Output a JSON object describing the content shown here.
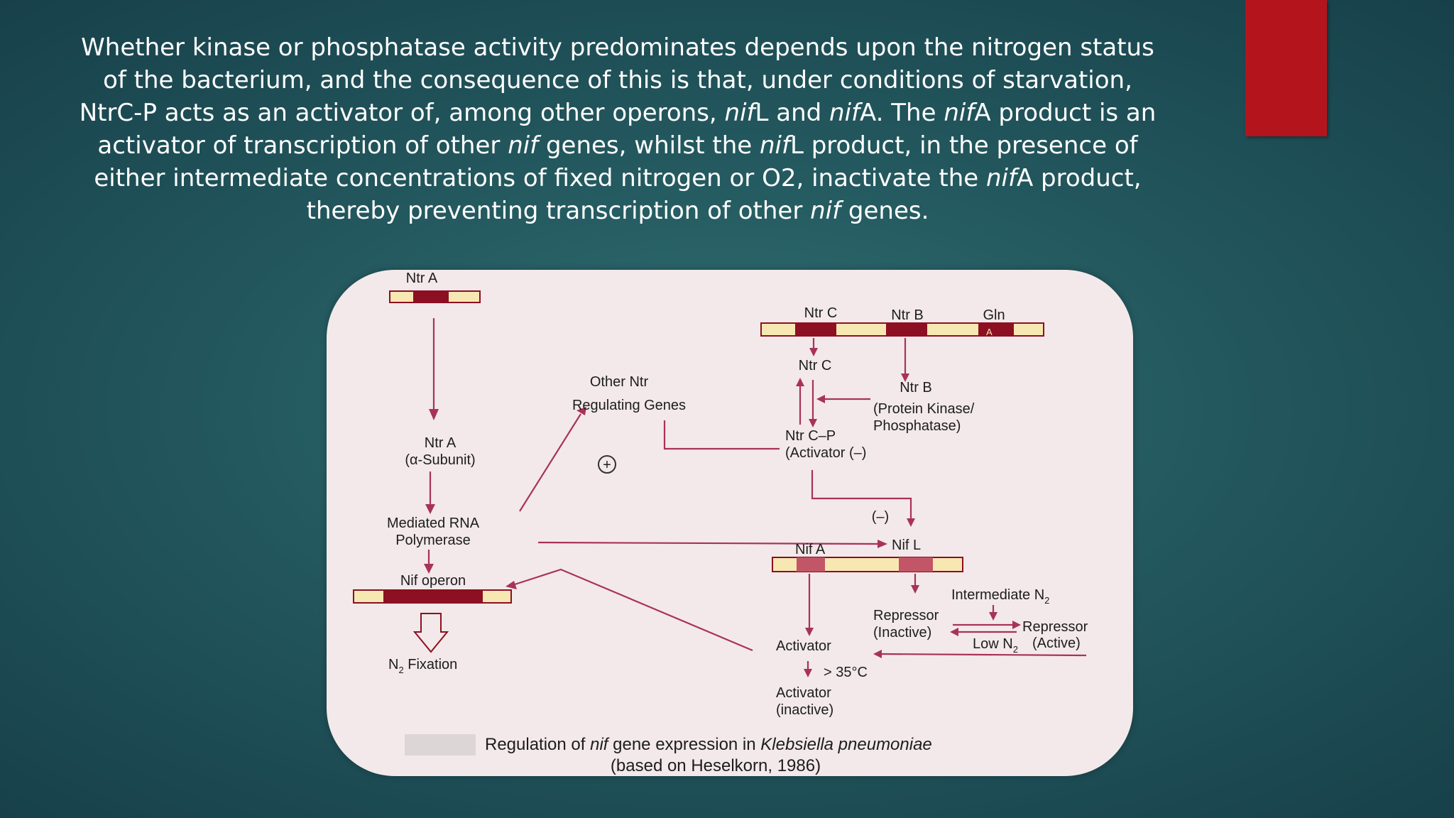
{
  "paragraph": {
    "p1": "Whether kinase or phosphatase activity predominates depends upon the nitrogen status of the bacterium, and the consequence of this is that, under conditions of starvation, NtrC-P acts as an activator of, among other operons, ",
    "nif": "nif",
    "p2": "L and ",
    "p3": "A. The ",
    "p4": "A product is an activator of transcription of other ",
    "p5": " genes, whilst the ",
    "p6": "L product, in the presence of either intermediate concentrations of fixed nitrogen or O2, inactivate the ",
    "p7": "A product, thereby preventing transcription of other ",
    "p8": " genes."
  },
  "diagram": {
    "ntra_top": "Ntr A",
    "ntra_subunit": "Ntr A",
    "alpha_subunit": "(α-Subunit)",
    "mediated_rna": "Mediated RNA",
    "polymerase": "Polymerase",
    "nif_operon": "Nif operon",
    "n2_fixation_n": "N",
    "n2_fixation_sub": "2",
    "n2_fixation_rest": " Fixation",
    "other_ntr": "Other Ntr",
    "regulating_genes": "Regulating Genes",
    "plus": "+",
    "gene_ntrc": "Ntr C",
    "gene_ntrb": "Ntr B",
    "gene_gln": "Gln",
    "gene_gln_a": "A",
    "ntrc_protein": "Ntr C",
    "ntrb_protein": "Ntr B",
    "protein_kinase": "(Protein Kinase/",
    "phosphatase": "Phosphatase)",
    "ntrc_p": "Ntr C–P",
    "activator_minus": "(Activator (–)",
    "minus_sign": "(–)",
    "nif_a": "Nif A",
    "nif_l": "Nif L",
    "intermediate_n": "Intermediate N",
    "intermediate_sub": "2",
    "repressor_inactive_1": "Repressor",
    "repressor_inactive_2": "(Inactive)",
    "repressor_active_1": "Repressor",
    "repressor_active_2": "(Active)",
    "low_n": "Low N",
    "low_n_sub": "2",
    "activator": "Activator",
    "temp": "> 35°C",
    "activator_inactive_1": "Activator",
    "activator_inactive_2": "(inactive)",
    "caption_1": "Regulation of ",
    "caption_nif": "nif",
    "caption_2": " gene expression in ",
    "caption_species": "Klebsiella pneumoniae",
    "caption_source": "(based on Heselkorn, 1986)"
  },
  "colors": {
    "background": "#23585e",
    "accent_tab": "#b4151d",
    "arrow": "#a8325a",
    "gene_dark": "#8c1022",
    "gene_light": "#f7e7b2",
    "card": "#f3e9ea"
  }
}
